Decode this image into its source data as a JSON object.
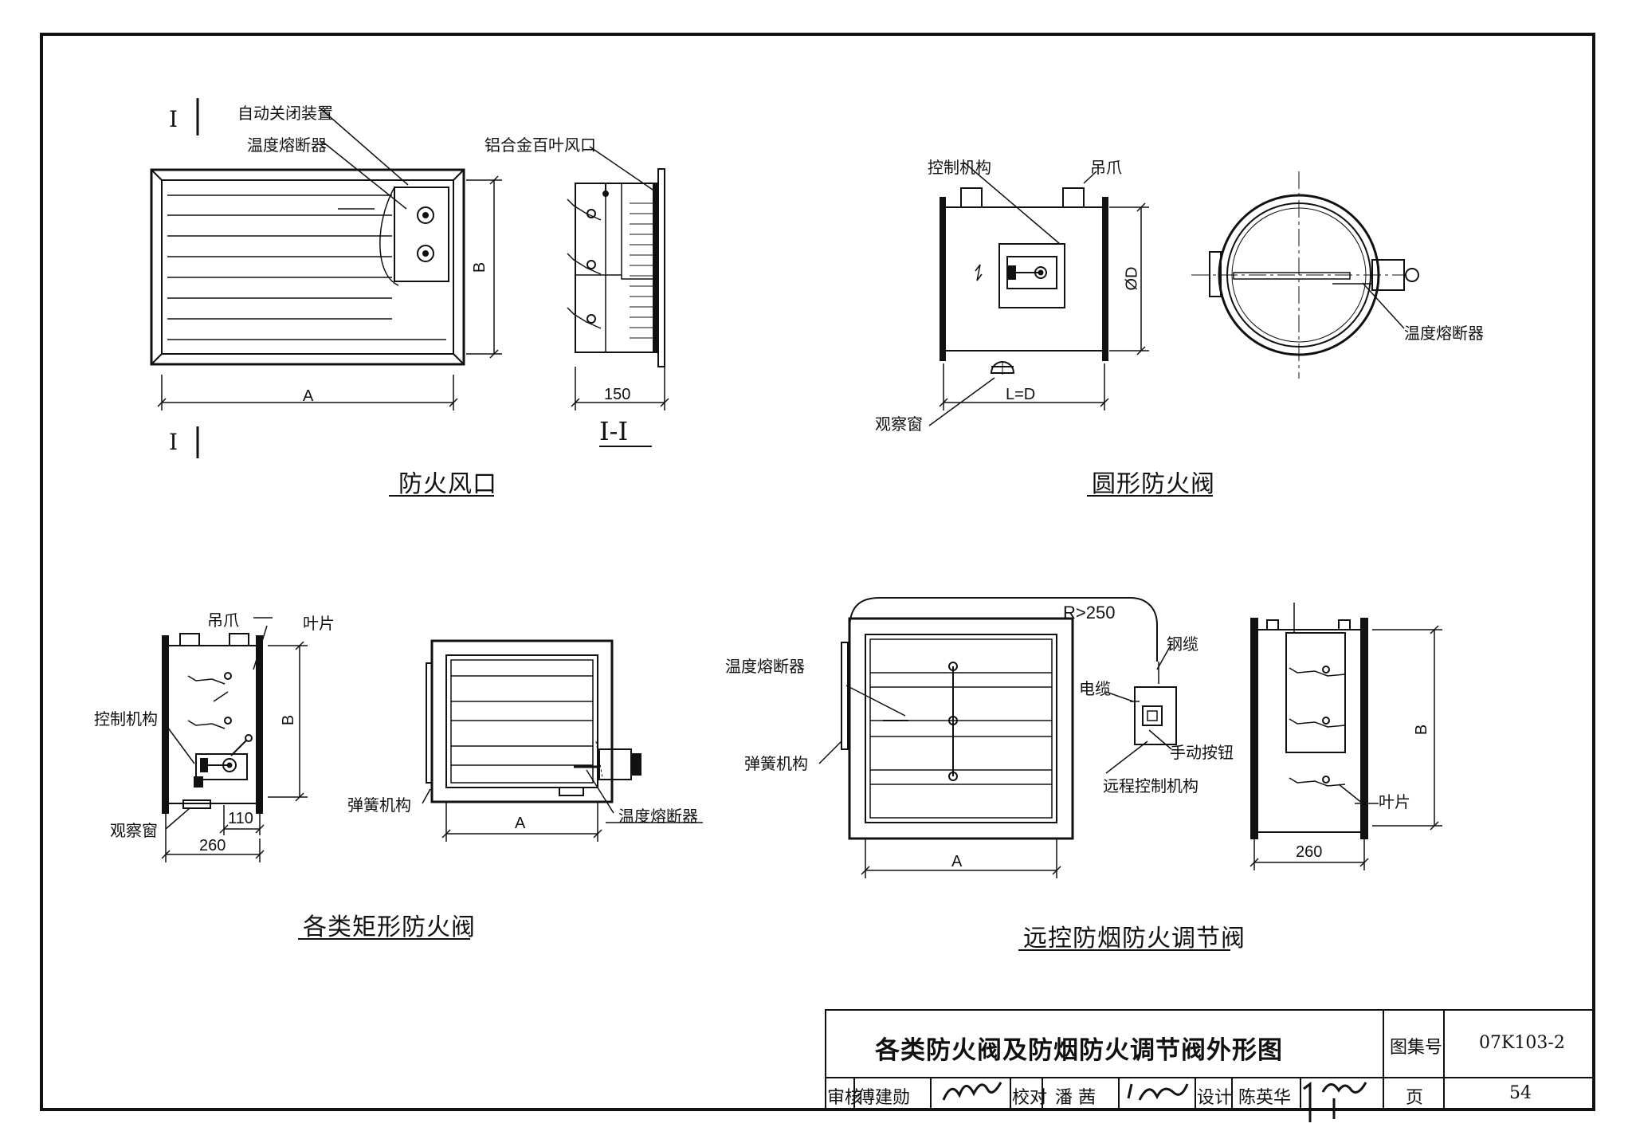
{
  "drawing": {
    "fire_vent": {
      "caption": "防火风口",
      "section_mark": "I",
      "section_view": "I-I",
      "labels": {
        "auto_close": "自动关闭装置",
        "fuse": "温度熔断器",
        "louver": "铝合金百叶风口"
      },
      "dims": {
        "width": "A",
        "height": "B",
        "depth": "150"
      }
    },
    "round_damper": {
      "caption": "圆形防火阀",
      "labels": {
        "control": "控制机构",
        "hanger": "吊爪",
        "window": "观察窗",
        "fuse": "温度熔断器"
      },
      "dims": {
        "diameter": "ØD",
        "length": "L=D"
      }
    },
    "rect_damper": {
      "caption": "各类矩形防火阀",
      "labels": {
        "hanger": "吊爪",
        "blade": "叶片",
        "control": "控制机构",
        "window": "观察窗",
        "spring": "弹簧机构",
        "fuse": "温度熔断器"
      },
      "dims": {
        "height": "B",
        "offset": "110",
        "depth": "260",
        "width": "A"
      }
    },
    "remote_damper": {
      "caption": "远控防烟防火调节阀",
      "labels": {
        "radius": "R>250",
        "cable_steel": "钢缆",
        "cable_elec": "电缆",
        "fuse": "温度熔断器",
        "spring": "弹簧机构",
        "button": "手动按钮",
        "remote": "远程控制机构",
        "blade": "叶片"
      },
      "dims": {
        "width": "A",
        "height": "B",
        "depth": "260"
      }
    }
  },
  "title_block": {
    "title": "各类防火阀及防烟防火调节阀外形图",
    "atlas_label": "图集号",
    "atlas_no": "07K103-2",
    "review_label": "审核",
    "review_name": "傅建勋",
    "check_label": "校对",
    "check_name": "潘 茜",
    "design_label": "设计",
    "design_name": "陈英华",
    "page_label": "页",
    "page_no": "54"
  }
}
